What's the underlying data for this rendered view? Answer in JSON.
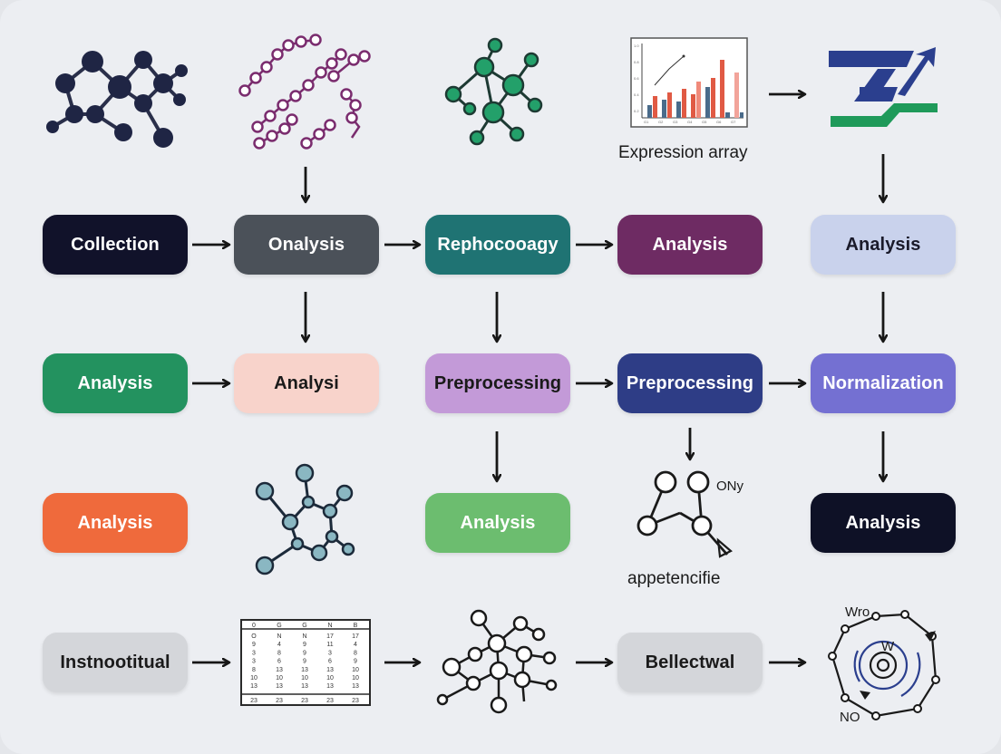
{
  "nodes": {
    "collection": {
      "label": "Collection",
      "bg": "#11122a",
      "fg": "#ffffff"
    },
    "onalysis": {
      "label": "Onalysis",
      "bg": "#4b5159",
      "fg": "#ffffff"
    },
    "rephocooagy": {
      "label": "Rephocooagy",
      "bg": "#1f7373",
      "fg": "#ffffff"
    },
    "analysis_purple": {
      "label": "Analysis",
      "bg": "#6e2b63",
      "fg": "#ffffff"
    },
    "analysis_lavender": {
      "label": "Analysis",
      "bg": "#c9d2ec",
      "fg": "#1a1a2a"
    },
    "analysis_green": {
      "label": "Analysis",
      "bg": "#23925f",
      "fg": "#ffffff"
    },
    "analysi_pink": {
      "label": "Analysi",
      "bg": "#f8d3cb",
      "fg": "#1a1a1a"
    },
    "preprocessing_lilac": {
      "label": "Preprocessing",
      "bg": "#c39ad8",
      "fg": "#1a1a1a"
    },
    "preprocessing_navy": {
      "label": "Preprocessing",
      "bg": "#2e3d86",
      "fg": "#ffffff"
    },
    "normalization": {
      "label": "Normalization",
      "bg": "#7470d2",
      "fg": "#ffffff"
    },
    "analysis_orange": {
      "label": "Analysis",
      "bg": "#ef6a3c",
      "fg": "#ffffff"
    },
    "analysis_lightgreen": {
      "label": "Analysis",
      "bg": "#6cbd6f",
      "fg": "#ffffff"
    },
    "analysis_dark": {
      "label": "Analysis",
      "bg": "#0e1126",
      "fg": "#ffffff"
    },
    "instnootitual": {
      "label": "Instnootitual",
      "bg": "#d4d6da",
      "fg": "#1a1a1a"
    },
    "bellectwal": {
      "label": "Bellectwal",
      "bg": "#d4d6da",
      "fg": "#1a1a1a"
    }
  },
  "labels": {
    "expression_array": "Expression array",
    "appetencifie": "appetencifie",
    "ony": "ONy",
    "wro": "Wro",
    "no": "NO",
    "w": "W"
  },
  "icons": {
    "top_molecule_navy": "molecule-icon",
    "top_chain_purple": "chain-molecule-icon",
    "top_molecule_green": "network-molecule-icon",
    "expression_chart": "bar-chart-icon",
    "trend_logo": "trend-arrow-logo-icon",
    "mid_molecule_teal": "network-molecule-icon",
    "ring_structure": "ring-structure-icon",
    "data_table": "data-table-icon",
    "bottom_network": "network-graph-icon",
    "cycle_diagram": "cycle-diagram-icon"
  },
  "colors": {
    "arrow": "#161616",
    "background": "#eceef2"
  },
  "data_table": {
    "rows": [
      [
        "0",
        "G",
        "G",
        "N",
        "B"
      ],
      [
        "O",
        "N",
        "N",
        "17",
        "17"
      ],
      [
        "9",
        "4",
        "9",
        "11",
        "4"
      ],
      [
        "3",
        "8",
        "9",
        "3",
        "8"
      ],
      [
        "3",
        "6",
        "9",
        "6",
        "9"
      ],
      [
        "8",
        "13",
        "13",
        "13",
        "10"
      ],
      [
        "10",
        "10",
        "10",
        "10",
        "10"
      ],
      [
        "13",
        "13",
        "13",
        "13",
        "13"
      ],
      [
        "23",
        "23",
        "23",
        "23",
        "23"
      ]
    ]
  }
}
